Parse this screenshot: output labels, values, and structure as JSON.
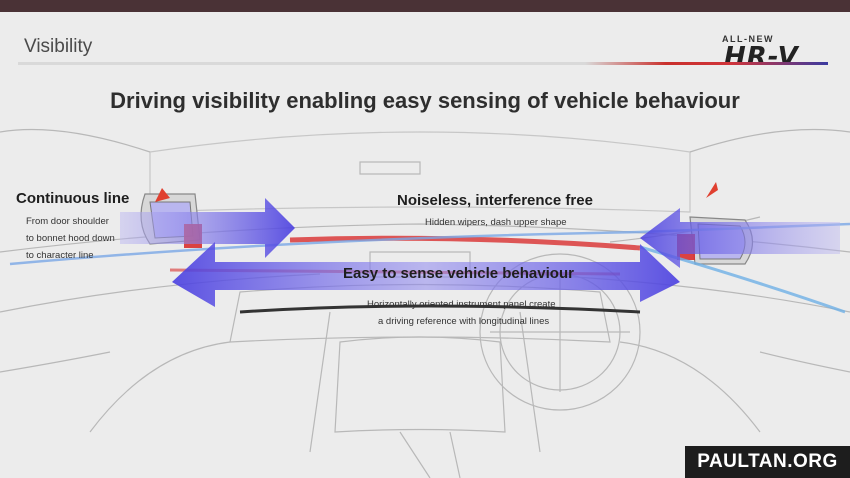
{
  "slide": {
    "section": "Visibility",
    "logo": {
      "small": "ALL-NEW",
      "big": "HR-V"
    },
    "title": "Driving visibility enabling easy sensing of vehicle behaviour"
  },
  "callouts": {
    "continuous_line": {
      "heading": "Continuous line",
      "lines": [
        "From door shoulder",
        "to bonnet hood down",
        "to character line"
      ]
    },
    "noiseless": {
      "heading": "Noiseless, interference free",
      "lines": [
        "Hidden wipers, dash upper shape"
      ]
    },
    "easy_sense": {
      "heading": "Easy to sense vehicle behaviour",
      "lines": [
        "Horizontally oriented instrument panel create",
        "a driving reference with longitudinal lines"
      ]
    }
  },
  "watermark": "PAULTAN.ORG",
  "colors": {
    "arrow": "#5a4ee0",
    "accent_red": "#d9302f",
    "line_art": "#9a9a9a"
  }
}
